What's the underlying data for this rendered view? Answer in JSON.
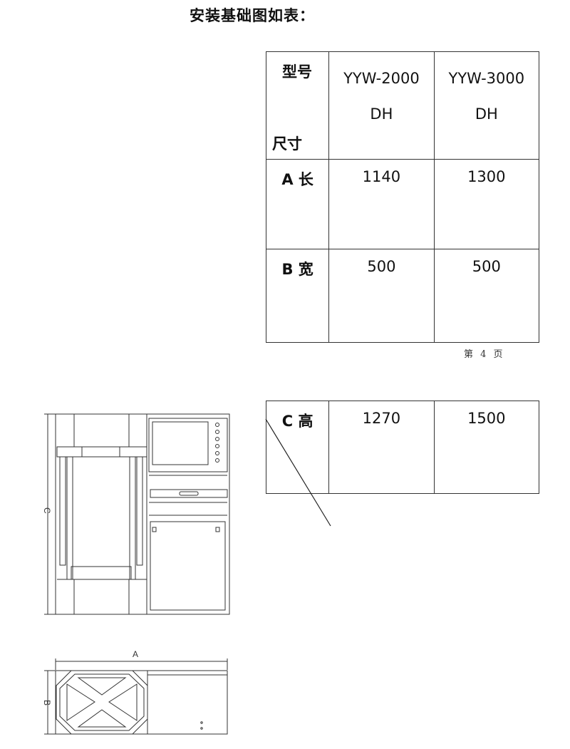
{
  "heading": "安装基础图如表：",
  "table": {
    "header": {
      "model_label": "型号",
      "size_label": "尺寸",
      "models": [
        {
          "line1": "YYW-2000",
          "line2": "DH"
        },
        {
          "line1": "YYW-3000",
          "line2": "DH"
        }
      ]
    },
    "rows": [
      {
        "label": "A 长",
        "values": [
          "1140",
          "1300"
        ]
      },
      {
        "label": "B 宽",
        "values": [
          "500",
          "500"
        ]
      },
      {
        "label": "C 高",
        "values": [
          "1270",
          "1500"
        ]
      }
    ]
  },
  "footer": "第 4 页",
  "drawing": {
    "front_view_dim": "C",
    "top_view_length_dim": "A",
    "top_view_width_dim": "B"
  }
}
